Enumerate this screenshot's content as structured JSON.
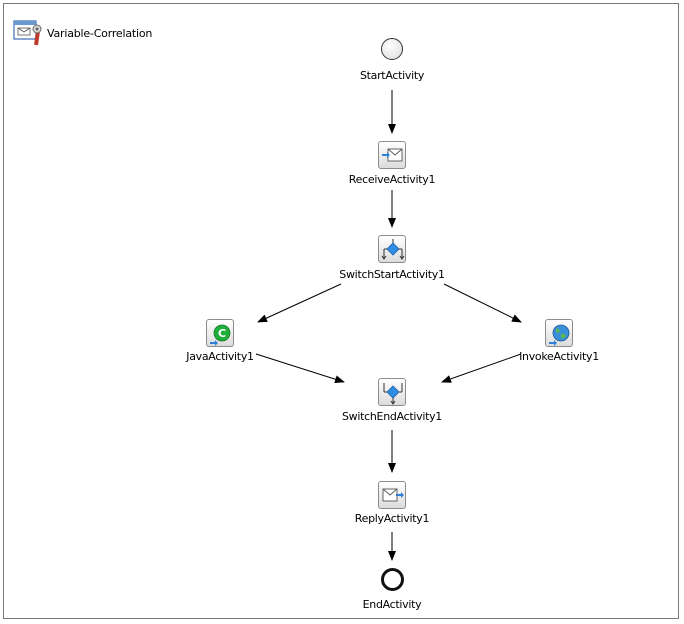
{
  "diagram": {
    "title": "Variable-Correlation",
    "nodes": {
      "start": {
        "label": "StartActivity"
      },
      "receive": {
        "label": "ReceiveActivity1"
      },
      "switch_start": {
        "label": "SwitchStartActivity1"
      },
      "java": {
        "label": "JavaActivity1"
      },
      "invoke": {
        "label": "InvokeActivity1"
      },
      "switch_end": {
        "label": "SwitchEndActivity1"
      },
      "reply": {
        "label": "ReplyActivity1"
      },
      "end": {
        "label": "EndActivity"
      }
    },
    "edges": [
      [
        "start",
        "receive"
      ],
      [
        "receive",
        "switch_start"
      ],
      [
        "switch_start",
        "java"
      ],
      [
        "switch_start",
        "invoke"
      ],
      [
        "java",
        "switch_end"
      ],
      [
        "invoke",
        "switch_end"
      ],
      [
        "switch_end",
        "reply"
      ],
      [
        "reply",
        "end"
      ]
    ]
  },
  "icons": {
    "title": "process-settings-icon",
    "start": "start-circle-icon",
    "receive": "receive-envelope-icon",
    "switch_start": "switch-start-icon",
    "java": "java-activity-icon",
    "invoke": "invoke-globe-icon",
    "switch_end": "switch-end-icon",
    "reply": "reply-envelope-icon",
    "end": "end-circle-icon"
  },
  "colors": {
    "border": "#7a7a7a",
    "edge": "#000000",
    "diamond": "#2f8de4",
    "java": "#1fae3b",
    "globe": "#3b8ed8"
  }
}
